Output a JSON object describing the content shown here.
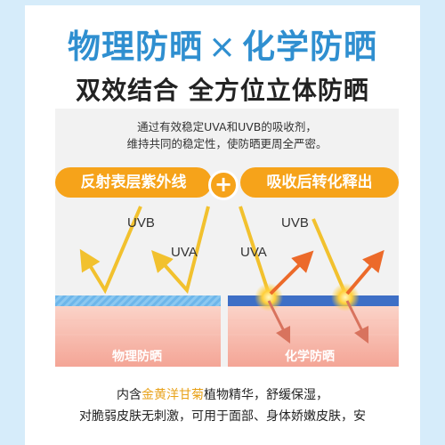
{
  "header": {
    "title_left": "物理防晒",
    "title_cross": "×",
    "title_right": "化学防晒",
    "subtitle": "双效结合  全方位立体防晒"
  },
  "description": {
    "line1": "通过有效稳定UVA和UVB的吸收剂，",
    "line2": "维持共同的稳定性，使防晒更周全严密。"
  },
  "pills": {
    "left": "反射表层紫外线",
    "plus": "+",
    "right": "吸收后转化释出"
  },
  "diagram": {
    "uvb": "UVB",
    "uva": "UVA",
    "left_label": "物理防晒",
    "right_label": "化学防晒"
  },
  "footer": {
    "line1_pre": "内含",
    "line1_highlight": "金黄洋甘菊",
    "line1_post": "植物精华，舒缓保湿，",
    "line2": "对脆弱皮肤无刺激，可用于面部、身体娇嫩皮肤，安"
  },
  "colors": {
    "title_blue": "#2f8fd0",
    "pill_orange": "#f6a31a",
    "highlight": "#e8a21a",
    "skin_pink": "#f7b4a8",
    "layer_blue": "#5aa7e0"
  }
}
